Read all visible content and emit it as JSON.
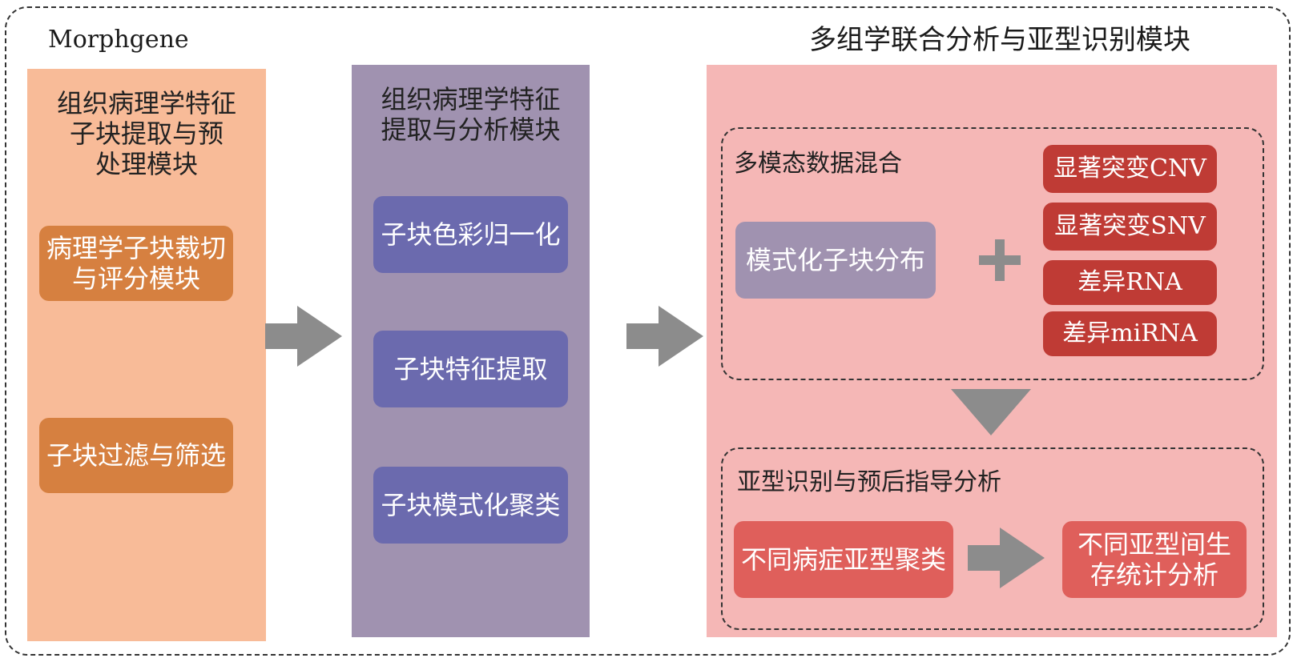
{
  "header": {
    "left_label": "Morphgene",
    "right_title": "多组学联合分析与亚型识别模块"
  },
  "panel1": {
    "title": "组织病理学特征子块提取与预处理模块",
    "title_lines": [
      "组织病理学特征",
      "子块提取与预",
      "处理模块"
    ],
    "boxes": [
      {
        "lines": [
          "病理学子块裁切",
          "与评分模块"
        ]
      },
      {
        "lines": [
          "子块过滤与筛选"
        ]
      }
    ],
    "bg_color": "#f8bb98",
    "box_color": "#d68040"
  },
  "panel2": {
    "title_lines": [
      "组织病理学特征",
      "提取与分析模块"
    ],
    "boxes": [
      "子块色彩归一化",
      "子块特征提取",
      "子块模式化聚类"
    ],
    "bg_color": "#a092b0",
    "box_color": "#6b6aae"
  },
  "panel3": {
    "bg_color": "#f5b7b6",
    "fusion": {
      "title": "多模态数据混合",
      "pattern_box": "模式化子块分布",
      "plus": "+",
      "omics": [
        "显著突变CNV",
        "显著突变SNV",
        "差异RNA",
        "差异miRNA"
      ],
      "omics_color": "#bf3b35",
      "pattern_color": "#a092b0"
    },
    "analysis": {
      "title": "亚型识别与预后指导分析",
      "left_box": "不同病症亚型聚类",
      "right_box_lines": [
        "不同亚型间生",
        "存统计分析"
      ],
      "box_color": "#df5f5b"
    }
  },
  "colors": {
    "arrow": "#8c8c8c"
  }
}
